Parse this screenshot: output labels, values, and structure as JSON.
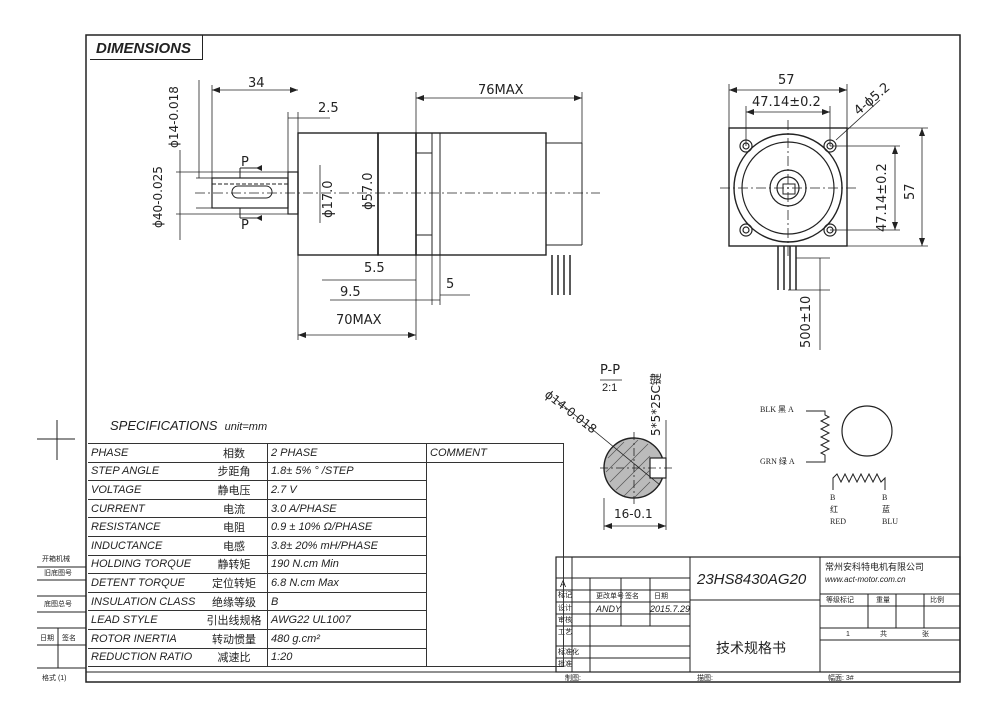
{
  "title": "DIMENSIONS",
  "spec_header": {
    "title": "SPECIFICATIONS",
    "unit": "unit=mm"
  },
  "specs": [
    {
      "en": "PHASE",
      "cn": "相数",
      "val": "2  PHASE"
    },
    {
      "en": "STEP ANGLE",
      "cn": "步距角",
      "val": "1.8± 5% ° /STEP"
    },
    {
      "en": "VOLTAGE",
      "cn": "静电压",
      "val": "2.7 V"
    },
    {
      "en": "CURRENT",
      "cn": "电流",
      "val": "3.0 A/PHASE"
    },
    {
      "en": "RESISTANCE",
      "cn": "电阻",
      "val": "0.9 ± 10%  Ω/PHASE"
    },
    {
      "en": "INDUCTANCE",
      "cn": "电感",
      "val": "3.8± 20% mH/PHASE"
    },
    {
      "en": "HOLDING TORQUE",
      "cn": "静转矩",
      "val": "190  N.cm Min"
    },
    {
      "en": "DETENT TORQUE",
      "cn": "定位转矩",
      "val": "6.8 N.cm Max"
    },
    {
      "en": "INSULATION CLASS",
      "cn": "绝缘等级",
      "val": "B"
    },
    {
      "en": "LEAD STYLE",
      "cn": "引出线规格",
      "val": "AWG22   UL1007"
    },
    {
      "en": "ROTOR INERTIA",
      "cn": "转动惯量",
      "val": "480 g.cm²"
    },
    {
      "en": "REDUCTION RATIO",
      "cn": "减速比",
      "val": "1:20"
    }
  ],
  "comment_label": "COMMENT",
  "side_dims": {
    "d34": "34",
    "d2_5": "2.5",
    "d76max": "76MAX",
    "d14": "ϕ14-0.018",
    "d40": "ϕ40-0.025",
    "d17": "ϕ17.0",
    "d57": "ϕ57.0",
    "d5_5": "5.5",
    "d9_5": "9.5",
    "d5": "5",
    "d70max": "70MAX",
    "p_top": "P",
    "p_bottom": "P"
  },
  "front_dims": {
    "w57": "57",
    "w47": "47.14±0.2",
    "holes": "4-ϕ5.2",
    "h57": "57",
    "h47": "47.14±0.2",
    "lead": "500±10"
  },
  "section": {
    "title": "P-P",
    "scale": "2:1",
    "key": "5*5*25C键",
    "dia": "ϕ14-0.018",
    "w16": "16-0.1"
  },
  "wiring": {
    "blk": "BLK 黑 A",
    "grn": "GRN 绿 A",
    "b1": "B",
    "b2": "B",
    "red_cn": "红",
    "red_en": "RED",
    "blu_cn": "蓝",
    "blu_en": "BLU"
  },
  "title_block": {
    "model": "23HS8430AG20",
    "company": "常州安科特电机有限公司",
    "website": "www.act-motor.com.cn",
    "doc_title": "技术规格书",
    "designer": "ANDY",
    "date": "2015.7.29",
    "rev_a": "A",
    "col_mark": "标记",
    "col_chg": "更改单号",
    "col_sign": "签名",
    "col_date": "日期",
    "row_design": "设计",
    "row_review": "审核",
    "row_process": "工艺",
    "row_std": "标准化",
    "row_approve": "批准",
    "grade": "等级标记",
    "weight": "重量",
    "ratio": "比例",
    "sheet_no": "1",
    "sheets_total": "共",
    "sheet_of": "张",
    "drawn": "制图:",
    "traced": "描图:",
    "format": "幅面: 3#"
  },
  "left_margin": {
    "l1": "开箱机械",
    "l2": "旧底图号",
    "l3": "底图总号",
    "l4": "日期",
    "l5": "签名",
    "l6": "格式 (1)"
  }
}
